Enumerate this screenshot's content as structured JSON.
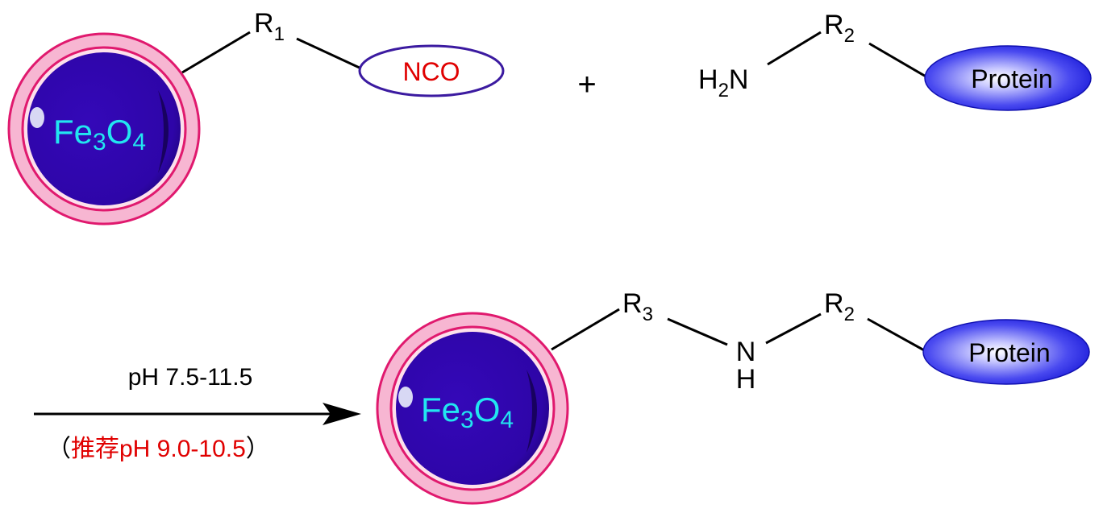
{
  "reactant_particle": {
    "formula_main": "Fe",
    "formula_sub1": "3",
    "formula_mid": "O",
    "formula_sub2": "4"
  },
  "reactant_linker": {
    "letter": "R",
    "subscript": "1"
  },
  "reactive_group": {
    "label": "NCO",
    "color": "#e00000"
  },
  "plus": {
    "symbol": "+"
  },
  "amine": {
    "h": "H",
    "h_sub": "2",
    "n": "N"
  },
  "amine_linker": {
    "letter": "R",
    "subscript": "2"
  },
  "protein_top": {
    "label": "Protein"
  },
  "conditions": {
    "main": "pH 7.5-11.5",
    "open_paren": "（",
    "recommended": "推荐pH 9.0-10.5",
    "close_paren": "）",
    "recommended_color": "#e00000"
  },
  "product_particle": {
    "formula_main": "Fe",
    "formula_sub1": "3",
    "formula_mid": "O",
    "formula_sub2": "4"
  },
  "product_linker1": {
    "letter": "R",
    "subscript": "3"
  },
  "product_nh": {
    "n": "N",
    "h": "H"
  },
  "product_linker2": {
    "letter": "R",
    "subscript": "2"
  },
  "protein_bottom": {
    "label": "Protein"
  },
  "colors": {
    "core": "#2e05a8",
    "shell": "#f7b6d2",
    "shell_outline": "#e0196e",
    "formula_text": "#22e6f0",
    "nco_outline": "#3b1aa0",
    "protein_light": "#ffffff",
    "protein_dark": "#1a1ad8"
  }
}
